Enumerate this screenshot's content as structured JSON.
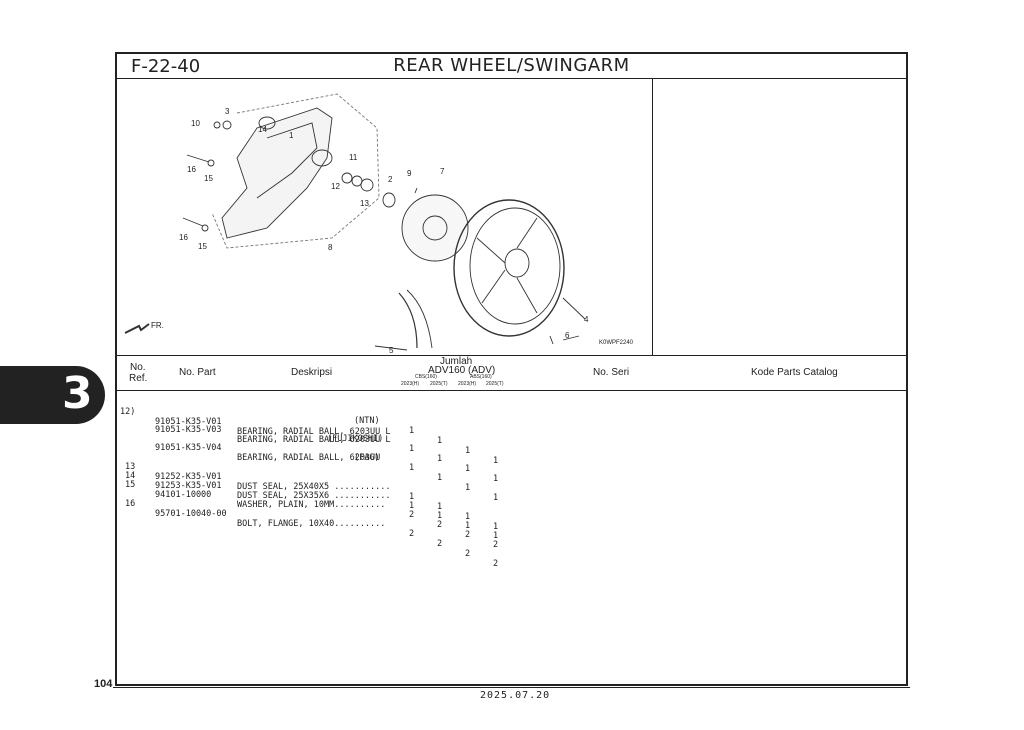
{
  "header": {
    "code": "F-22-40",
    "title": "REAR WHEEL/SWINGARM"
  },
  "illustration": {
    "ref_code": "K0WPF2240",
    "direction_label": "FR.",
    "callouts": [
      "10",
      "3",
      "14",
      "1",
      "16",
      "15",
      "16",
      "15",
      "11",
      "12",
      "13",
      "2",
      "9",
      "7",
      "8",
      "5",
      "4",
      "6"
    ]
  },
  "table_header": {
    "ref": "No.\nRef.",
    "ref_line1": "No.",
    "ref_line2": "Ref.",
    "part_no": "No. Part",
    "desc": "Deskripsi",
    "qty": "Jumlah",
    "model": "ADV160 (ADV)",
    "cbs": "CBS(160)",
    "abs": "ABS(160)",
    "years": [
      "2023(H)",
      "2025(T)",
      "2023(H)",
      "2025(T)"
    ],
    "serial": "No. Seri",
    "catalog": "Kode Parts Catalog"
  },
  "rows": [
    {
      "ref": "12)",
      "part": "91051-K35-V01",
      "desc": "BEARING, RADIAL BALL, 6203UU L",
      "qty": []
    },
    {
      "ref": "",
      "part": "",
      "desc": "(NTN)",
      "qty": [
        "1",
        "1",
        "1",
        "1"
      ]
    },
    {
      "ref": "",
      "part": "91051-K35-V03",
      "desc": "BEARING, RADIAL BALL, 6203UU L",
      "qty": []
    },
    {
      "ref": "",
      "part": "",
      "desc": "(FUJIKOSHI)",
      "qty": [
        "1",
        "1",
        "1",
        "1"
      ]
    },
    {
      "ref": "",
      "part": "91051-K35-V04",
      "desc": "BEARING, RADIAL BALL, 6203UU",
      "qty": []
    },
    {
      "ref": "",
      "part": "",
      "desc": "(FAG)",
      "qty": [
        "1",
        "1",
        "1",
        "1"
      ]
    },
    {
      "ref": "13",
      "part": "91252-K35-V01",
      "desc": "DUST SEAL, 25X40X5 ...........",
      "qty": [
        "1",
        "1",
        "1",
        "1"
      ]
    },
    {
      "ref": "14",
      "part": "91253-K35-V01",
      "desc": "DUST SEAL, 25X35X6 ...........",
      "qty": [
        "1",
        "1",
        "1",
        "1"
      ]
    },
    {
      "ref": "15",
      "part": "94101-10000",
      "desc": "WASHER, PLAIN, 10MM..........",
      "qty": [
        "2",
        "2",
        "2",
        "2"
      ]
    },
    {
      "ref": "16",
      "part": "95701-10040-00",
      "desc": "BOLT, FLANGE, 10X40..........",
      "qty": [
        "2",
        "2",
        "2",
        "2"
      ]
    }
  ],
  "section_tab": "3",
  "page_number": "104",
  "date": "2025.07.20"
}
